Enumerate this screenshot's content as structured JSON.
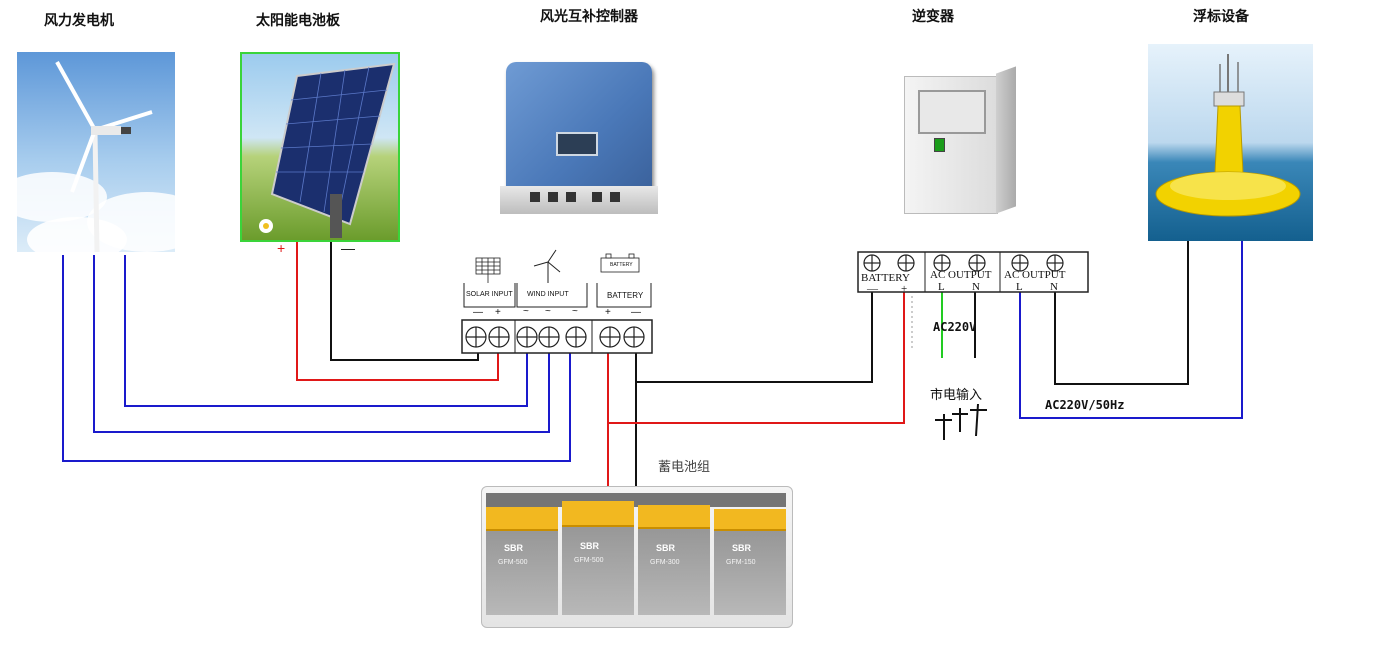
{
  "titles": {
    "wind": "风力发电机",
    "solar": "太阳能电池板",
    "controller": "风光互补控制器",
    "inverter": "逆变器",
    "buoy": "浮标设备"
  },
  "solar_panel": {
    "plus": "+",
    "minus": "—"
  },
  "controller": {
    "solar_input": "SOLAR INPUT",
    "wind_input": "WIND INPUT",
    "battery": "BATTERY",
    "battery_icon_text": "BATTERY",
    "solar_signs": [
      "—",
      "+"
    ],
    "wind_signs": [
      "~",
      "~",
      "~"
    ],
    "battery_signs": [
      "+",
      "—"
    ]
  },
  "inverter_block": {
    "battery": "BATTERY",
    "ac_output_1": "AC OUTPUT",
    "ac_output_2": "AC OUTPUT",
    "l1": "L",
    "n1": "N",
    "l2": "L",
    "n2": "N",
    "minus": "—",
    "plus": "+"
  },
  "labels": {
    "ac220v": "AC220V",
    "mains_input": "市电输入",
    "ac220v_50hz": "AC220V/50Hz",
    "battery_bank": "蓄电池组"
  },
  "batteries": {
    "brand": "SBR",
    "models": [
      "GFM-500",
      "GFM-500",
      "GFM-300",
      "GFM-150"
    ]
  },
  "colors": {
    "red_wire": "#e01818",
    "blue_wire": "#1a1acc",
    "black_wire": "#111111",
    "green_wire": "#22cc22",
    "controller_blue": "#4a78b8",
    "buoy_yellow": "#f2d200"
  }
}
